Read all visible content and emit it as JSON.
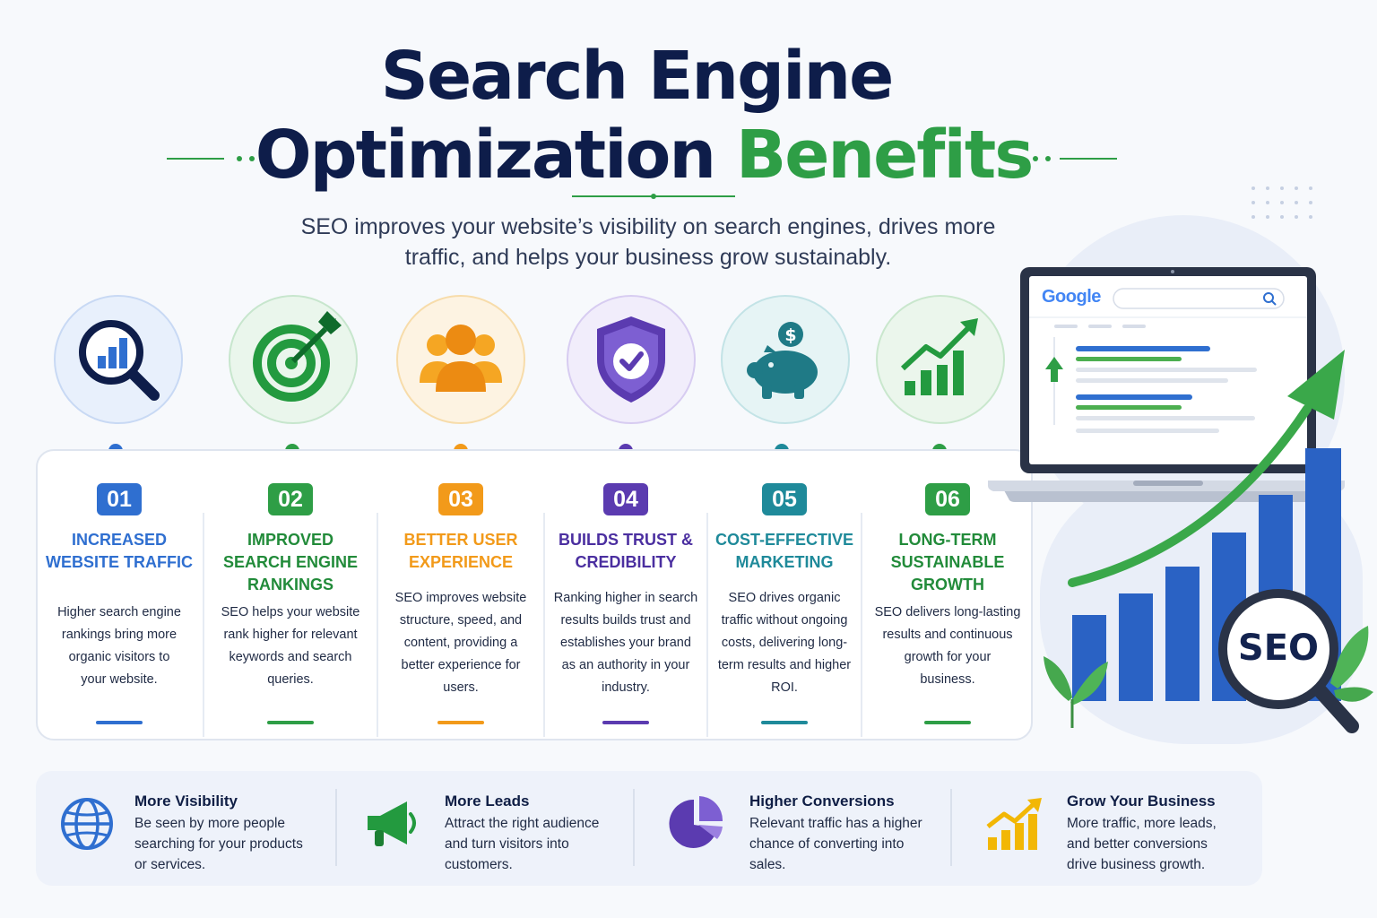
{
  "title": {
    "line1": "Search Engine",
    "line2_main": "Optimization",
    "line2_accent": "Benefits",
    "subtitle_line1": "SEO improves your website’s visibility on search engines, drives more",
    "subtitle_line2": "traffic, and helps your business grow sustainably."
  },
  "colors": {
    "navy": "#0e1d4a",
    "green": "#2e9e46",
    "blue": "#2f6fd0",
    "orange": "#f29a1a",
    "purple": "#5b3bb0",
    "teal": "#1f8a9a",
    "darkgreen": "#228b3a"
  },
  "benefits": [
    {
      "icon": "magnifier-chart-icon",
      "number": "01",
      "title1": "INCREASED",
      "title2": "WEBSITE TRAFFIC",
      "title3": "",
      "desc": [
        "Higher search engine",
        "rankings bring more",
        "organic visitors to",
        "your website."
      ]
    },
    {
      "icon": "target-arrow-icon",
      "number": "02",
      "title1": "IMPROVED",
      "title2": "SEARCH ENGINE",
      "title3": "RANKINGS",
      "desc": [
        "SEO helps your website",
        "rank higher for relevant",
        "keywords and search",
        "queries."
      ]
    },
    {
      "icon": "users-group-icon",
      "number": "03",
      "title1": "BETTER USER",
      "title2": "EXPERIENCE",
      "title3": "",
      "desc": [
        "SEO improves website",
        "structure, speed, and",
        "content, providing a",
        "better experience for",
        "users."
      ]
    },
    {
      "icon": "shield-check-icon",
      "number": "04",
      "title1": "BUILDS TRUST &",
      "title2": "CREDIBILITY",
      "title3": "",
      "desc": [
        "Ranking higher in search",
        "results builds trust and",
        "establishes your brand",
        "as an authority in your",
        "industry."
      ]
    },
    {
      "icon": "piggy-bank-icon",
      "number": "05",
      "title1": "COST-EFFECTIVE",
      "title2": "MARKETING",
      "title3": "",
      "desc": [
        "SEO drives organic",
        "traffic without ongoing",
        "costs, delivering long-",
        "term results and higher",
        "ROI."
      ]
    },
    {
      "icon": "growth-chart-icon",
      "number": "06",
      "title1": "LONG-TERM",
      "title2": "SUSTAINABLE",
      "title3": "GROWTH",
      "desc": [
        "SEO delivers long-lasting",
        "results and continuous",
        "growth for your",
        "business."
      ]
    }
  ],
  "bottom": [
    {
      "icon": "globe-icon",
      "title": "More Visibility",
      "desc": [
        "Be seen by more people",
        "searching for your products",
        "or services."
      ]
    },
    {
      "icon": "megaphone-icon",
      "title": "More Leads",
      "desc": [
        "Attract the right audience",
        "and turn visitors into",
        "customers."
      ]
    },
    {
      "icon": "pie-chart-icon",
      "title": "Higher Conversions",
      "desc": [
        "Relevant traffic has a higher",
        "chance of converting into",
        "sales."
      ]
    },
    {
      "icon": "growth-bars-icon",
      "title": "Grow Your Business",
      "desc": [
        "More traffic, more leads,",
        "and better conversions",
        "drive business growth."
      ]
    }
  ],
  "illustration": {
    "search_brand": "Google",
    "badge": "SEO"
  }
}
